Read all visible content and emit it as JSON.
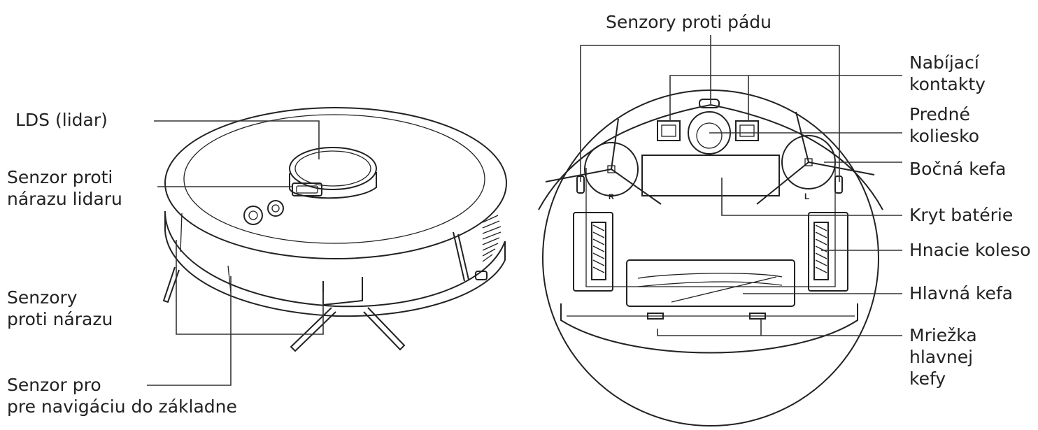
{
  "labels": {
    "lds": "LDS (lidar)",
    "lidar_bump": [
      "Senzor proti",
      "nárazu lidaru"
    ],
    "bump_sensors": [
      "Senzory",
      "proti nárazu"
    ],
    "dock_sensor": [
      "Senzor pro",
      "pre navigáciu do základne"
    ],
    "cliff_sensors": "Senzory proti pádu",
    "charging_contacts": [
      "Nabíjací",
      "kontakty"
    ],
    "front_wheel": [
      "Predné",
      "koliesko"
    ],
    "side_brush": "Bočná kefa",
    "battery_cover": "Kryt batérie",
    "drive_wheel": "Hnacie koleso",
    "main_brush": "Hlavná kefa",
    "main_brush_grid": [
      "Mriežka",
      "hlavnej",
      "kefy"
    ]
  },
  "markings": {
    "right_brush": "R",
    "left_brush": "L"
  },
  "colors": {
    "line": "#333333",
    "text": "#222222",
    "background": "#ffffff"
  }
}
